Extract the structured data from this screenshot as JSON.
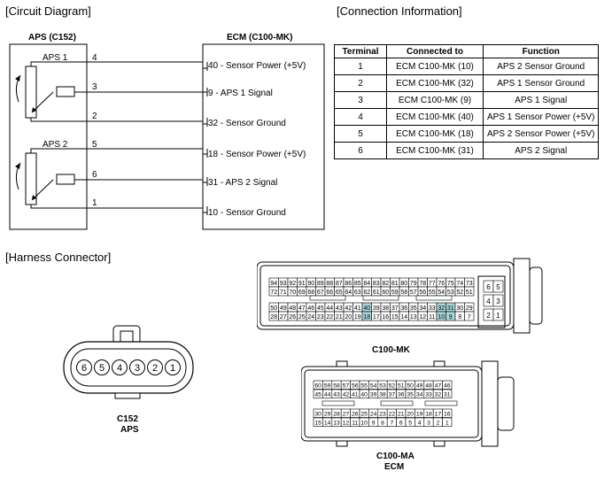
{
  "sections": {
    "circuit": "[Circuit Diagram]",
    "connection": "[Connection Information]",
    "harness": "[Harness Connector]"
  },
  "circuit": {
    "left_title": "APS (C152)",
    "right_title": "ECM (C100-MK)",
    "aps1": "APS 1",
    "aps2": "APS 2",
    "pins": [
      {
        "left": "4",
        "ecm_pin": "40",
        "ecm_label": " - Sensor Power (+5V)"
      },
      {
        "left": "3",
        "ecm_pin": "9",
        "ecm_label": " - APS 1 Signal"
      },
      {
        "left": "2",
        "ecm_pin": "32",
        "ecm_label": " - Sensor Ground"
      },
      {
        "left": "5",
        "ecm_pin": "18",
        "ecm_label": " - Sensor Power (+5V)"
      },
      {
        "left": "6",
        "ecm_pin": "31",
        "ecm_label": " - APS 2 Signal"
      },
      {
        "left": "1",
        "ecm_pin": "10",
        "ecm_label": " - Sensor Ground"
      }
    ]
  },
  "table": {
    "headers": [
      "Terminal",
      "Connected to",
      "Function"
    ],
    "rows": [
      [
        "1",
        "ECM C100-MK (10)",
        "APS 2 Sensor Ground"
      ],
      [
        "2",
        "ECM C100-MK (32)",
        "APS 1 Sensor Ground"
      ],
      [
        "3",
        "ECM C100-MK (9)",
        "APS 1 Signal"
      ],
      [
        "4",
        "ECM C100-MK (40)",
        "APS 1 Sensor Power (+5V)"
      ],
      [
        "5",
        "ECM C100-MK (18)",
        "APS 2 Sensor Power (+5V)"
      ],
      [
        "6",
        "ECM C100-MK (31)",
        "APS 2 Signal"
      ]
    ]
  },
  "harness": {
    "c152_pins": [
      "6",
      "5",
      "4",
      "3",
      "2",
      "1"
    ],
    "c152_name": "C152",
    "c152_sub": "APS",
    "mk_name": "C100-MK",
    "ma_name": "C100-MA",
    "ma_sub": "ECM",
    "mk_rows": [
      [
        "94",
        "93",
        "92",
        "91",
        "90",
        "89",
        "88",
        "87",
        "86",
        "85",
        "84",
        "83",
        "82",
        "81",
        "80",
        "79",
        "78",
        "77",
        "76",
        "75",
        "74",
        "73"
      ],
      [
        "72",
        "71",
        "70",
        "69",
        "68",
        "67",
        "66",
        "65",
        "64",
        "63",
        "62",
        "61",
        "60",
        "59",
        "58",
        "57",
        "56",
        "55",
        "54",
        "53",
        "52",
        "51"
      ],
      [
        "50",
        "49",
        "48",
        "47",
        "46",
        "45",
        "44",
        "43",
        "42",
        "41",
        "40",
        "39",
        "38",
        "37",
        "36",
        "35",
        "34",
        "33",
        "32",
        "31",
        "30",
        "29"
      ],
      [
        "28",
        "27",
        "26",
        "25",
        "24",
        "23",
        "22",
        "21",
        "20",
        "19",
        "18",
        "17",
        "16",
        "15",
        "14",
        "13",
        "12",
        "11",
        "10",
        "9",
        "8",
        "7"
      ]
    ],
    "mk_side": [
      [
        "6",
        "5"
      ],
      [
        "4",
        "3"
      ],
      [
        "2",
        "1"
      ]
    ],
    "mk_highlight": [
      "40",
      "32",
      "31",
      "18",
      "10",
      "9"
    ],
    "highlight_color": "#a9d6dc",
    "ma_rows": [
      [
        "60",
        "59",
        "58",
        "57",
        "56",
        "55",
        "54",
        "53",
        "52",
        "51",
        "50",
        "49",
        "48",
        "47",
        "46"
      ],
      [
        "45",
        "44",
        "43",
        "42",
        "41",
        "40",
        "39",
        "38",
        "37",
        "36",
        "35",
        "34",
        "33",
        "32",
        "31"
      ],
      [
        "30",
        "29",
        "28",
        "27",
        "26",
        "25",
        "24",
        "23",
        "22",
        "21",
        "20",
        "19",
        "18",
        "17",
        "16"
      ],
      [
        "15",
        "14",
        "13",
        "12",
        "11",
        "10",
        "9",
        "8",
        "7",
        "6",
        "5",
        "4",
        "3",
        "2",
        "1"
      ]
    ]
  }
}
